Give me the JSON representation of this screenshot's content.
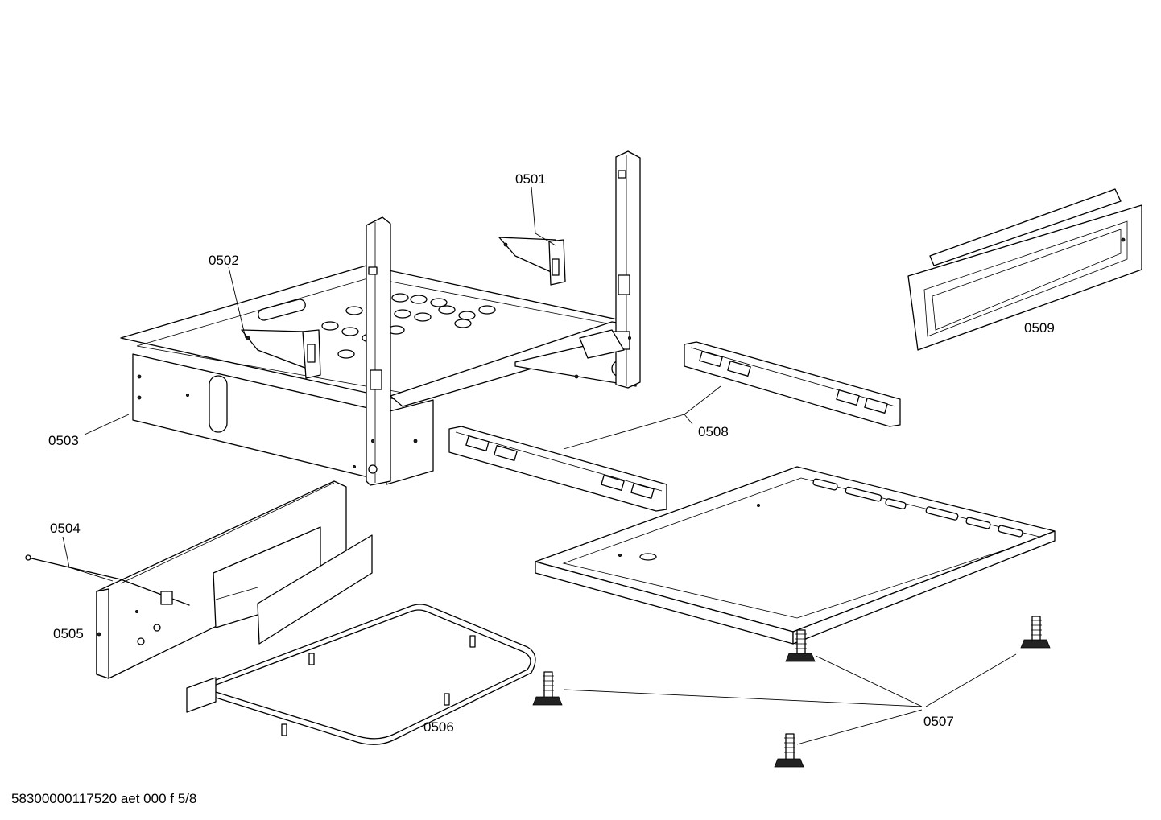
{
  "callouts": {
    "c0501": "0501",
    "c0502": "0502",
    "c0503": "0503",
    "c0504": "0504",
    "c0505": "0505",
    "c0506": "0506",
    "c0507": "0507",
    "c0508": "0508",
    "c0509": "0509"
  },
  "footer": {
    "drawing_id": "58300000117520 aet 000 f 5/8"
  }
}
